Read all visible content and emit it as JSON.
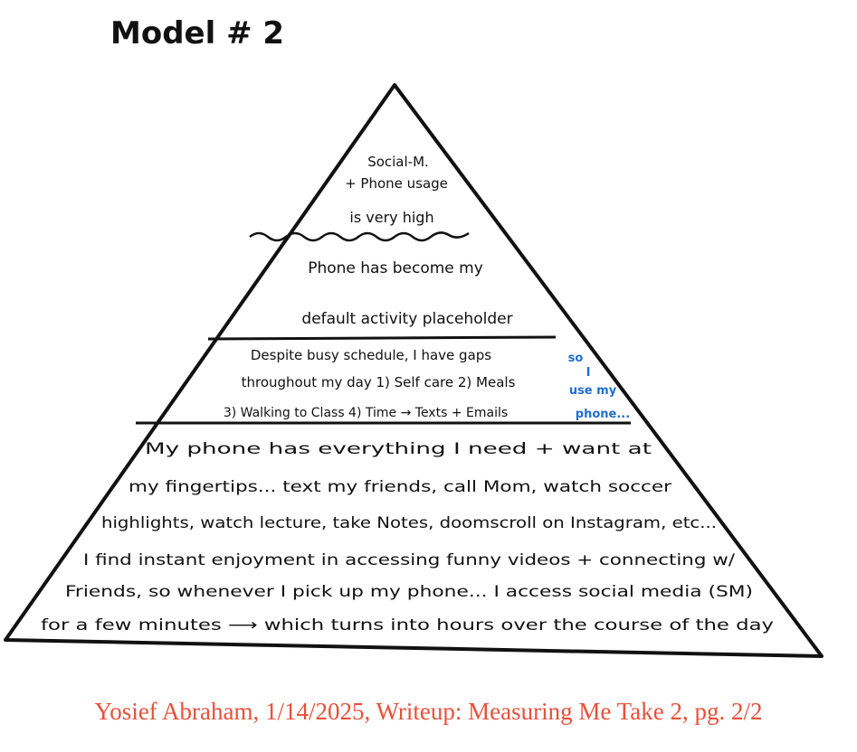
{
  "title": "Model # 2",
  "tiers": {
    "top": [
      "Social-M.",
      "+ Phone usage",
      "is very high"
    ],
    "second": [
      "Phone has become my",
      "default activity placeholder"
    ],
    "third": [
      "Despite busy schedule, I have gaps",
      "throughout my day 1) Self care 2) Meals",
      "3) Walking to Class    4) Time → Texts + Emails"
    ],
    "third_side": [
      "so",
      "I",
      "use my",
      "phone..."
    ],
    "bottom": [
      "My phone has everything I need + want at",
      "my fingertips... text my friends, call Mom, watch soccer",
      "highlights, watch lecture, take Notes, doomscroll on Instagram, etc...",
      "I find instant enjoyment in accessing funny videos + connecting w/",
      "Friends, so whenever I pick up my phone... I access social media (SM)",
      "for a few minutes ⟶ which turns into hours over the course of the day"
    ]
  },
  "footer": "Yosief Abraham, 1/14/2025, Writeup: Measuring Me Take 2, pg. 2/2",
  "colors": {
    "ink": "#111111",
    "accent_blue": "#1f6fd1",
    "footer": "#e8503a"
  }
}
